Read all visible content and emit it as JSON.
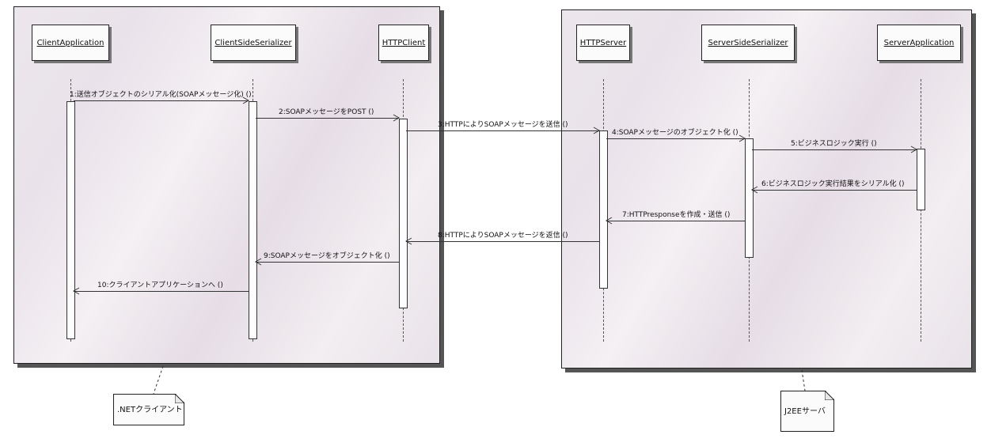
{
  "objects": {
    "client_app": "ClientApplication",
    "client_serializer": "ClientSideSerializer",
    "http_client": "HTTPClient",
    "http_server": "HTTPServer",
    "server_serializer": "ServerSideSerializer",
    "server_app": "ServerApplication"
  },
  "messages": [
    {
      "label": "1:送信オブジェクトのシリアル化(SOAPメッセージ化) ()",
      "from": "ClientApplication",
      "to": "ClientSideSerializer"
    },
    {
      "label": "2:SOAPメッセージをPOST ()",
      "from": "ClientSideSerializer",
      "to": "HTTPClient"
    },
    {
      "label": "3:HTTPによりSOAPメッセージを送信 ()",
      "from": "HTTPClient",
      "to": "HTTPServer"
    },
    {
      "label": "4:SOAPメッセージのオブジェクト化 ()",
      "from": "HTTPServer",
      "to": "ServerSideSerializer"
    },
    {
      "label": "5:ビジネスロジック実行 ()",
      "from": "ServerSideSerializer",
      "to": "ServerApplication"
    },
    {
      "label": "6:ビジネスロジック実行結果をシリアル化 ()",
      "from": "ServerApplication",
      "to": "ServerSideSerializer"
    },
    {
      "label": "7:HTTPresponseを作成・送信 ()",
      "from": "ServerSideSerializer",
      "to": "HTTPServer"
    },
    {
      "label": "8:HTTPによりSOAPメッセージを返信 ()",
      "from": "HTTPServer",
      "to": "HTTPClient"
    },
    {
      "label": "9:SOAPメッセージをオブジェクト化 ()",
      "from": "HTTPClient",
      "to": "ClientSideSerializer"
    },
    {
      "label": "10:クライアントアプリケーションへ ()",
      "from": "ClientSideSerializer",
      "to": "ClientApplication"
    }
  ],
  "notes": {
    "client": ".NETクライアント",
    "server": "J2EEサーバ"
  }
}
